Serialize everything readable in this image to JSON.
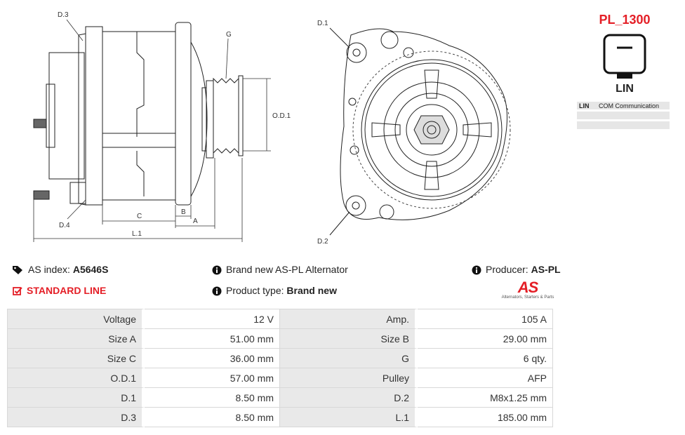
{
  "drawing": {
    "side_labels": {
      "d3": "D.3",
      "g": "G",
      "od1": "O.D.1",
      "d4": "D.4",
      "b": "B",
      "c": "C",
      "a": "A",
      "l1": "L.1"
    },
    "front_labels": {
      "d1": "D.1",
      "d2": "D.2"
    }
  },
  "connector": {
    "code": "PL_1300",
    "plug_label": "LIN",
    "pins": [
      {
        "pin": "LIN",
        "desc": "COM Communication"
      },
      {
        "pin": "",
        "desc": ""
      },
      {
        "pin": "",
        "desc": ""
      }
    ]
  },
  "info": {
    "as_index_label": "AS index:",
    "as_index_value": "A5646S",
    "line_label": "STANDARD LINE",
    "brand_text": "Brand new AS-PL Alternator",
    "type_label": "Product type:",
    "type_value": "Brand new",
    "producer_label": "Producer:",
    "producer_value": "AS-PL",
    "logo_text": "AS",
    "logo_tagline": "Alternators, Starters & Parts",
    "accent_color": "#e41e26"
  },
  "specs": [
    {
      "l1": "Voltage",
      "v1": "12 V",
      "l2": "Amp.",
      "v2": "105 A"
    },
    {
      "l1": "Size A",
      "v1": "51.00 mm",
      "l2": "Size B",
      "v2": "29.00 mm"
    },
    {
      "l1": "Size C",
      "v1": "36.00 mm",
      "l2": "G",
      "v2": "6 qty."
    },
    {
      "l1": "O.D.1",
      "v1": "57.00 mm",
      "l2": "Pulley",
      "v2": "AFP"
    },
    {
      "l1": "D.1",
      "v1": "8.50 mm",
      "l2": "D.2",
      "v2": "M8x1.25 mm"
    },
    {
      "l1": "D.3",
      "v1": "8.50 mm",
      "l2": "L.1",
      "v2": "185.00 mm"
    }
  ]
}
